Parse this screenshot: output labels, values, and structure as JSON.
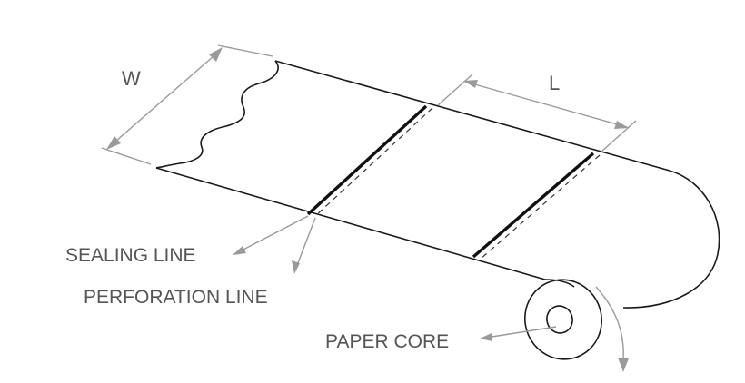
{
  "labels": {
    "width": "W",
    "length": "L",
    "sealing_line": "SEALING LINE",
    "perforation_line": "PERFORATION LINE",
    "paper_core": "PAPER CORE"
  }
}
